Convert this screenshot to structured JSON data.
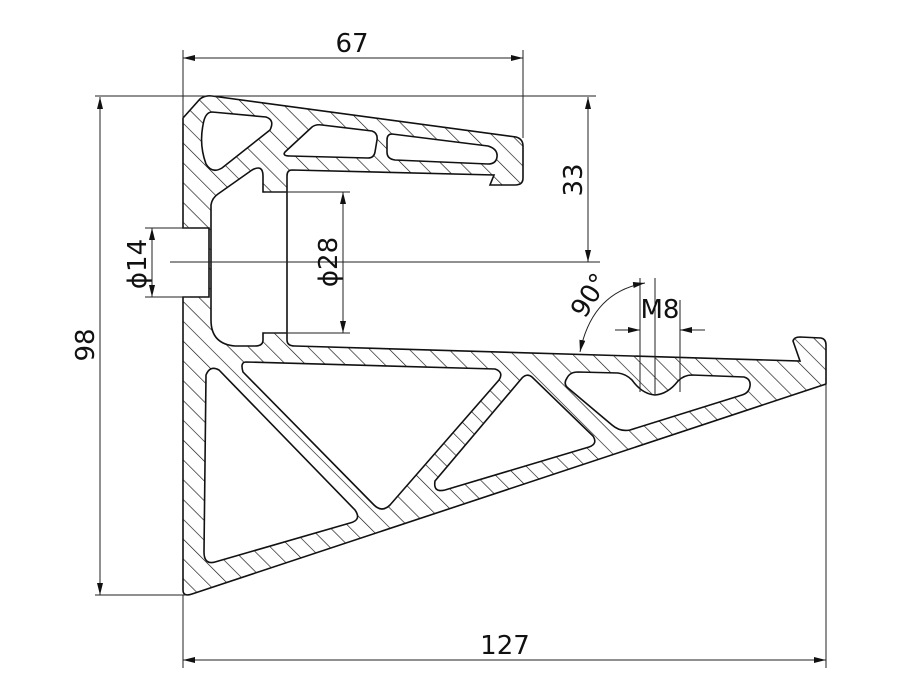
{
  "drawing": {
    "title": "Bracket profile cross-section",
    "dimensions": {
      "top_width": "67",
      "flange_height": "33",
      "total_height": "98",
      "total_width": "127",
      "hole_small": "ϕ14",
      "hole_large": "ϕ28",
      "angle": "90°",
      "thread": "M8"
    },
    "colors": {
      "line": "#111111",
      "background": "#ffffff"
    }
  }
}
